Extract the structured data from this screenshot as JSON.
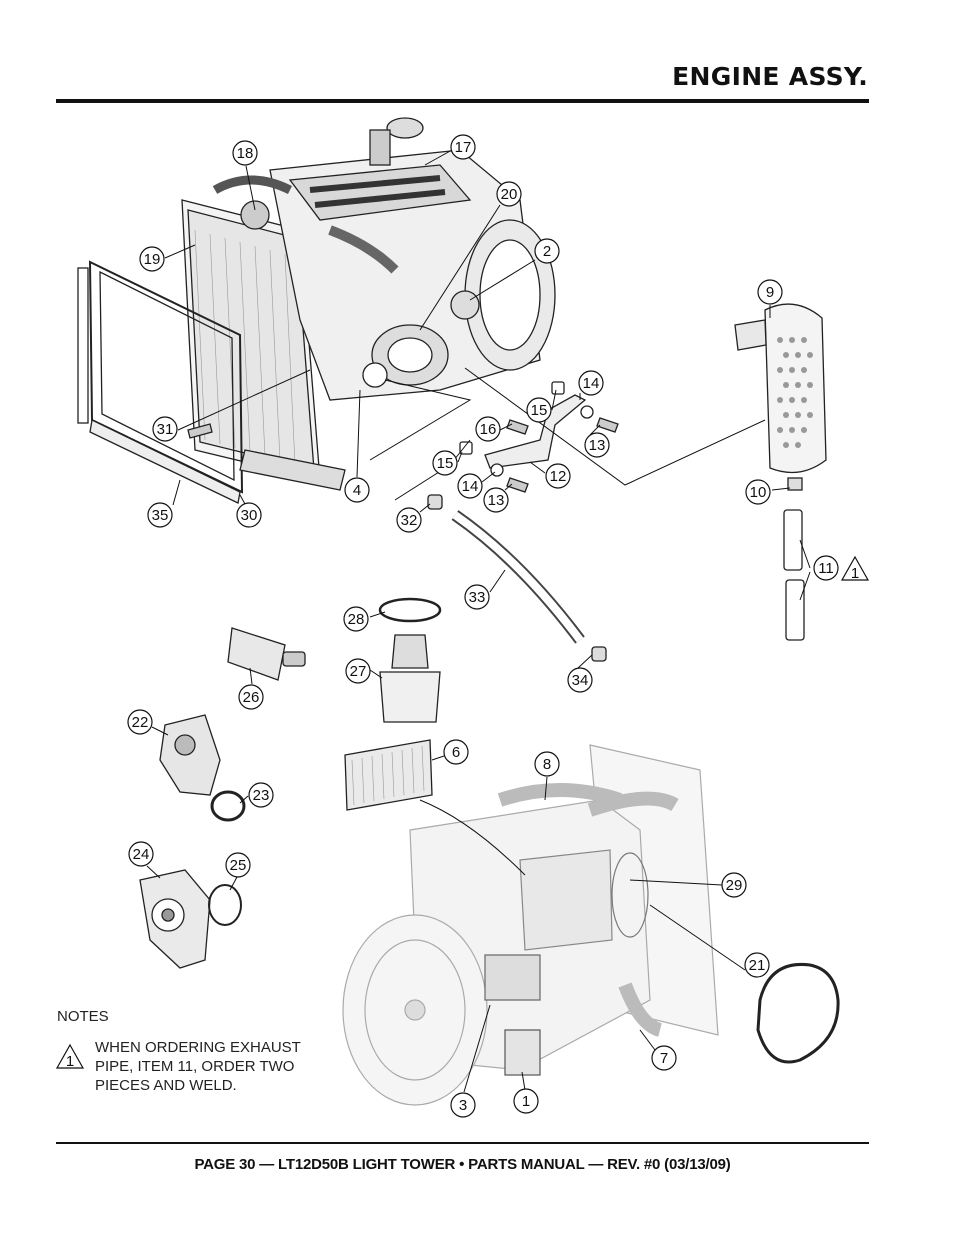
{
  "header": {
    "title": "ENGINE ASSY."
  },
  "callouts": [
    {
      "label": "18"
    },
    {
      "label": "17"
    },
    {
      "label": "20"
    },
    {
      "label": "2"
    },
    {
      "label": "19"
    },
    {
      "label": "9"
    },
    {
      "label": "14"
    },
    {
      "label": "15"
    },
    {
      "label": "16"
    },
    {
      "label": "13"
    },
    {
      "label": "31"
    },
    {
      "label": "15"
    },
    {
      "label": "12"
    },
    {
      "label": "14"
    },
    {
      "label": "13"
    },
    {
      "label": "4"
    },
    {
      "label": "10"
    },
    {
      "label": "32"
    },
    {
      "label": "35"
    },
    {
      "label": "30"
    },
    {
      "label": "11"
    },
    {
      "label": "33"
    },
    {
      "label": "28"
    },
    {
      "label": "27"
    },
    {
      "label": "34"
    },
    {
      "label": "26"
    },
    {
      "label": "22"
    },
    {
      "label": "23"
    },
    {
      "label": "6"
    },
    {
      "label": "8"
    },
    {
      "label": "24"
    },
    {
      "label": "25"
    },
    {
      "label": "29"
    },
    {
      "label": "21"
    },
    {
      "label": "7"
    },
    {
      "label": "3"
    },
    {
      "label": "1"
    }
  ],
  "warning_symbols": [
    {
      "label": "1"
    },
    {
      "label": "1"
    }
  ],
  "notes": {
    "heading": "NOTES",
    "lines": [
      "WHEN ORDERING EXHAUST",
      "PIPE, ITEM 11, ORDER TWO",
      "PIECES AND WELD."
    ]
  },
  "footer": {
    "text": "PAGE 30 — LT12D50B LIGHT TOWER • PARTS MANUAL — REV. #0 (03/13/09)"
  }
}
